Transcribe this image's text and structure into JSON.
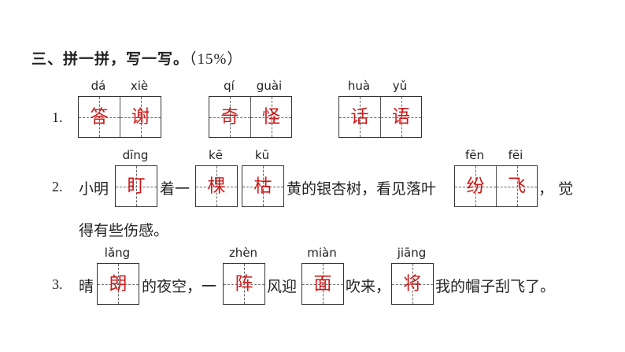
{
  "heading": {
    "text": "三、拼一拼，写一写。",
    "score": "（15%）"
  },
  "accent_color": "#cc1b1b",
  "q1": {
    "number": "1.",
    "groups": [
      {
        "pinyin": [
          "dá",
          "xiè"
        ],
        "chars": [
          "答",
          "谢"
        ]
      },
      {
        "pinyin": [
          "qí",
          "guài"
        ],
        "chars": [
          "奇",
          "怪"
        ]
      },
      {
        "pinyin": [
          "huà",
          "yǔ"
        ],
        "chars": [
          "话",
          "语"
        ]
      }
    ]
  },
  "q2": {
    "number": "2.",
    "text_1": "小明",
    "box_1": {
      "pinyin": "dīng",
      "char": "盯"
    },
    "text_2": "着一",
    "box_2": {
      "pinyin": "kē",
      "char": "棵"
    },
    "box_3": {
      "pinyin": "kū",
      "char": "枯"
    },
    "text_3": "黄的银杏树，看见落叶",
    "box_4": {
      "pinyin": [
        "fēn",
        "fēi"
      ],
      "chars": [
        "纷",
        "飞"
      ]
    },
    "text_4": "，",
    "text_5": "觉",
    "line_2": "得有些伤感。"
  },
  "q3": {
    "number": "3.",
    "text_1": "晴",
    "box_1": {
      "pinyin": "lǎng",
      "char": "朗"
    },
    "text_2": "的夜空，一",
    "box_2": {
      "pinyin": "zhèn",
      "char": "阵"
    },
    "text_3": "风迎",
    "box_3": {
      "pinyin": "miàn",
      "char": "面"
    },
    "text_4": "吹来，",
    "box_4": {
      "pinyin": "jiāng",
      "char": "将"
    },
    "text_5": "我的帽子刮飞了。"
  }
}
